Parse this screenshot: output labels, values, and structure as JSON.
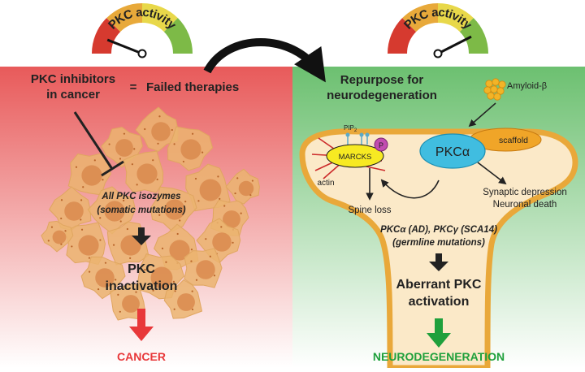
{
  "gauge_left": {
    "label": "PKC activity",
    "level": 0.12,
    "colors": [
      "#d63a2f",
      "#e8a93a",
      "#e8d84a",
      "#7dba47"
    ]
  },
  "gauge_right": {
    "label": "PKC activity",
    "level": 0.85,
    "colors": [
      "#d63a2f",
      "#e8a93a",
      "#e8d84a",
      "#7dba47"
    ]
  },
  "left_panel": {
    "bg_top": "#e85a5a",
    "bg_bottom": "#ffffff",
    "inhibitors_line1": "PKC inhibitors",
    "inhibitors_line2": "in cancer",
    "equals": "=",
    "failed_therapies": "Failed therapies",
    "isozymes_line1": "All PKC isozymes",
    "isozymes_line2": "(somatic mutations)",
    "inactivation_line1": "PKC",
    "inactivation_line2": "inactivation",
    "outcome": "CANCER",
    "outcome_color": "#e8383a"
  },
  "right_panel": {
    "bg_top": "#6cc070",
    "bg_bottom": "#ffffff",
    "repurpose_line1": "Repurpose for",
    "repurpose_line2": "neurodegeneration",
    "amyloid": "Amyloid-β",
    "pkc_alpha": "PKCα",
    "scaffold": "scaffold",
    "pip2": "PIP",
    "pip2_sub": "2",
    "marcks": "MARCKS",
    "phospho": "P",
    "actin": "actin",
    "spine_loss": "Spine loss",
    "synaptic_depression": "Synaptic depression",
    "neuronal_death": "Neuronal death",
    "mutations_line1": "PKCα (AD), PKCγ (SCA14)",
    "mutations_line2": "(germline mutations)",
    "aberrant_line1": "Aberrant PKC",
    "aberrant_line2": "activation",
    "outcome": "NEURODEGENERATION",
    "outcome_color": "#1fa03c"
  },
  "colors": {
    "neuron_fill": "#fbe9c8",
    "neuron_stroke": "#e9a83a",
    "pkc_fill": "#40bde0",
    "scaffold_fill": "#f0a528",
    "marcks_fill": "#f7ea22",
    "phospho_fill": "#c24db0",
    "cell_fill": "#ebb470",
    "nucleus_fill": "#d98a4e",
    "actin": "#cc2a2a"
  }
}
